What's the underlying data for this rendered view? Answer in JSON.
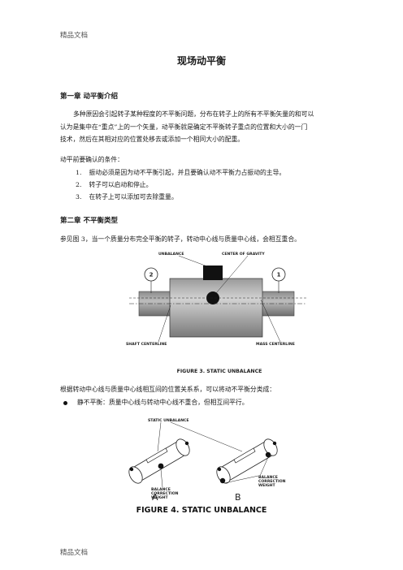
{
  "header": "精品文档",
  "footer": "精品文档",
  "title": "现场动平衡",
  "chapter1": {
    "heading": "第一章  动平衡介绍",
    "para_line1": "多种原因会引起转子某种程度的不平衡问题，分布在转子上的所有不平衡矢量的和可以",
    "para_line2": "认为是集中在“重点”上的一个矢量，动平衡就是确定不平衡转子重点的位置和大小的一门",
    "para_line3": "技术，然后在其相对应的位置处移去或添加一个相同大小的配重。",
    "conditions_intro": "动平前要确认的条件：",
    "conditions": [
      {
        "num": "1.",
        "text": "振动必须是因为动不平衡引起，并且要确认动不平衡力占振动的主导。"
      },
      {
        "num": "2.",
        "text": "转子可以启动和停止。"
      },
      {
        "num": "3.",
        "text": "在转子上可以添加可去除重量。"
      }
    ]
  },
  "chapter2": {
    "heading": "第二章  不平衡类型",
    "para": "参见图 3，当一个质量分布完全平衡的转子，转动中心线与质量中心线，会相互重合。",
    "after_fig3": "根据转动中心线与质量中心线相互间的位置关系系，可以将动不平衡分类成：",
    "bullet": "静不平衡：质量中心线与转动中心线不重合，但相互间平行。"
  },
  "figure3": {
    "label_unbalance": "UNBALANCE",
    "label_cog": "CENTER OF GRAVITY",
    "label_shaft": "SHAFT CENTERLINE",
    "label_mass": "MASS CENTERLINE",
    "marker_left": "2",
    "marker_right": "1",
    "caption": "FIGURE 3.  STATIC UNBALANCE"
  },
  "figure4": {
    "label_static": "STATIC UNBALANCE",
    "label_balance_a_1": "BALANCE",
    "label_balance_a_2": "CORRECTION",
    "label_balance_a_3": "WEIGHT",
    "label_balance_b_1": "BALANCE",
    "label_balance_b_2": "CORRECTION",
    "label_balance_b_3": "WEIGHT",
    "label_a": "A",
    "label_b": "B",
    "caption": "FIGURE 4.  STATIC UNBALANCE"
  }
}
